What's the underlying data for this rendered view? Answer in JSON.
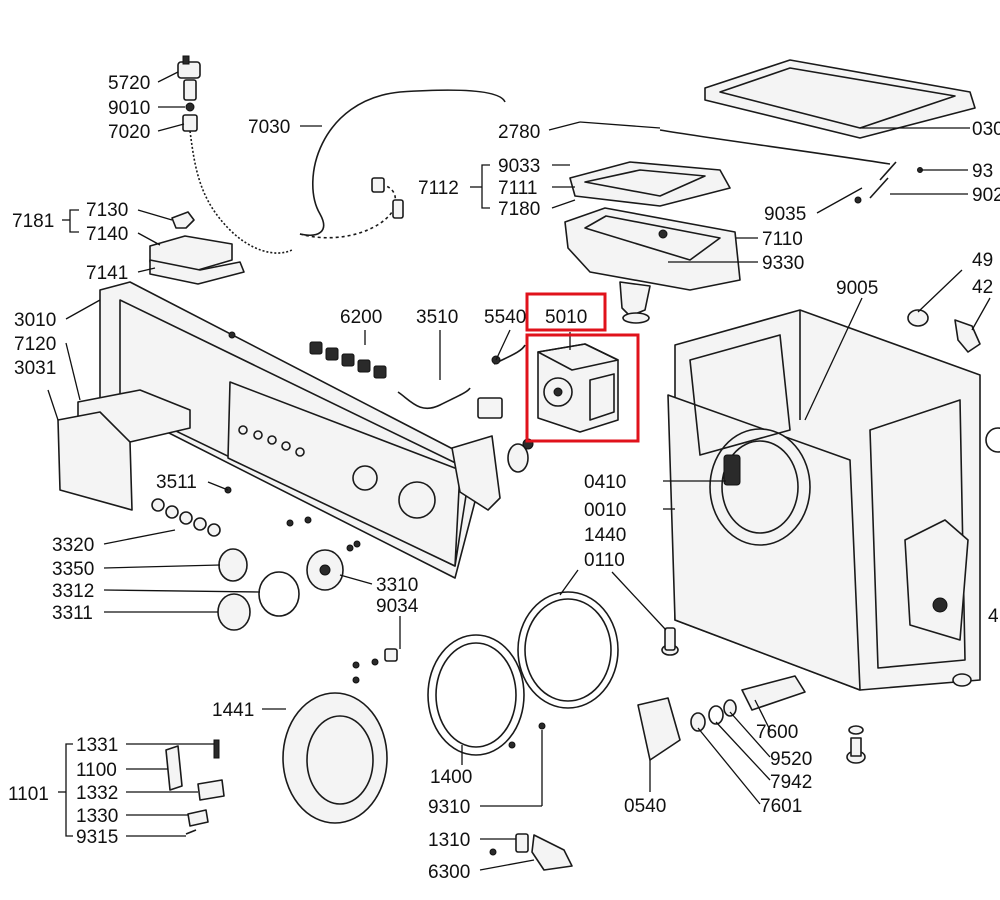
{
  "highlight": {
    "part": "5010",
    "color": "#e0121b"
  },
  "labels": {
    "l5720": "5720",
    "l9010": "9010",
    "l7020": "7020",
    "l7030": "7030",
    "l7181": "7181",
    "l7130": "7130",
    "l7140": "7140",
    "l7141": "7141",
    "l2780": "2780",
    "l7112": "7112",
    "l9033": "9033",
    "l7111": "7111",
    "l7180": "7180",
    "l030": "030",
    "l93": "93",
    "l902": "902",
    "l9035": "9035",
    "l7110": "7110",
    "l9330": "9330",
    "l3010": "3010",
    "l7120": "7120",
    "l3031": "3031",
    "l6200": "6200",
    "l3510": "3510",
    "l5540": "5540",
    "l5010": "5010",
    "l9005": "9005",
    "l49": "49",
    "l42": "42",
    "l3511": "3511",
    "l0410": "0410",
    "l0010": "0010",
    "l1440": "1440",
    "l0110": "0110",
    "l3320": "3320",
    "l3350": "3350",
    "l3312": "3312",
    "l3310": "3310",
    "l9034": "9034",
    "l3311": "3311",
    "l4": "4",
    "l1441": "1441",
    "l7600": "7600",
    "l9520": "9520",
    "l7942": "7942",
    "l7601": "7601",
    "l1101": "1101",
    "l1331": "1331",
    "l1100": "1100",
    "l1332": "1332",
    "l1330": "1330",
    "l9315": "9315",
    "l1400": "1400",
    "l9310": "9310",
    "l0540": "0540",
    "l1310": "1310",
    "l6300": "6300"
  }
}
